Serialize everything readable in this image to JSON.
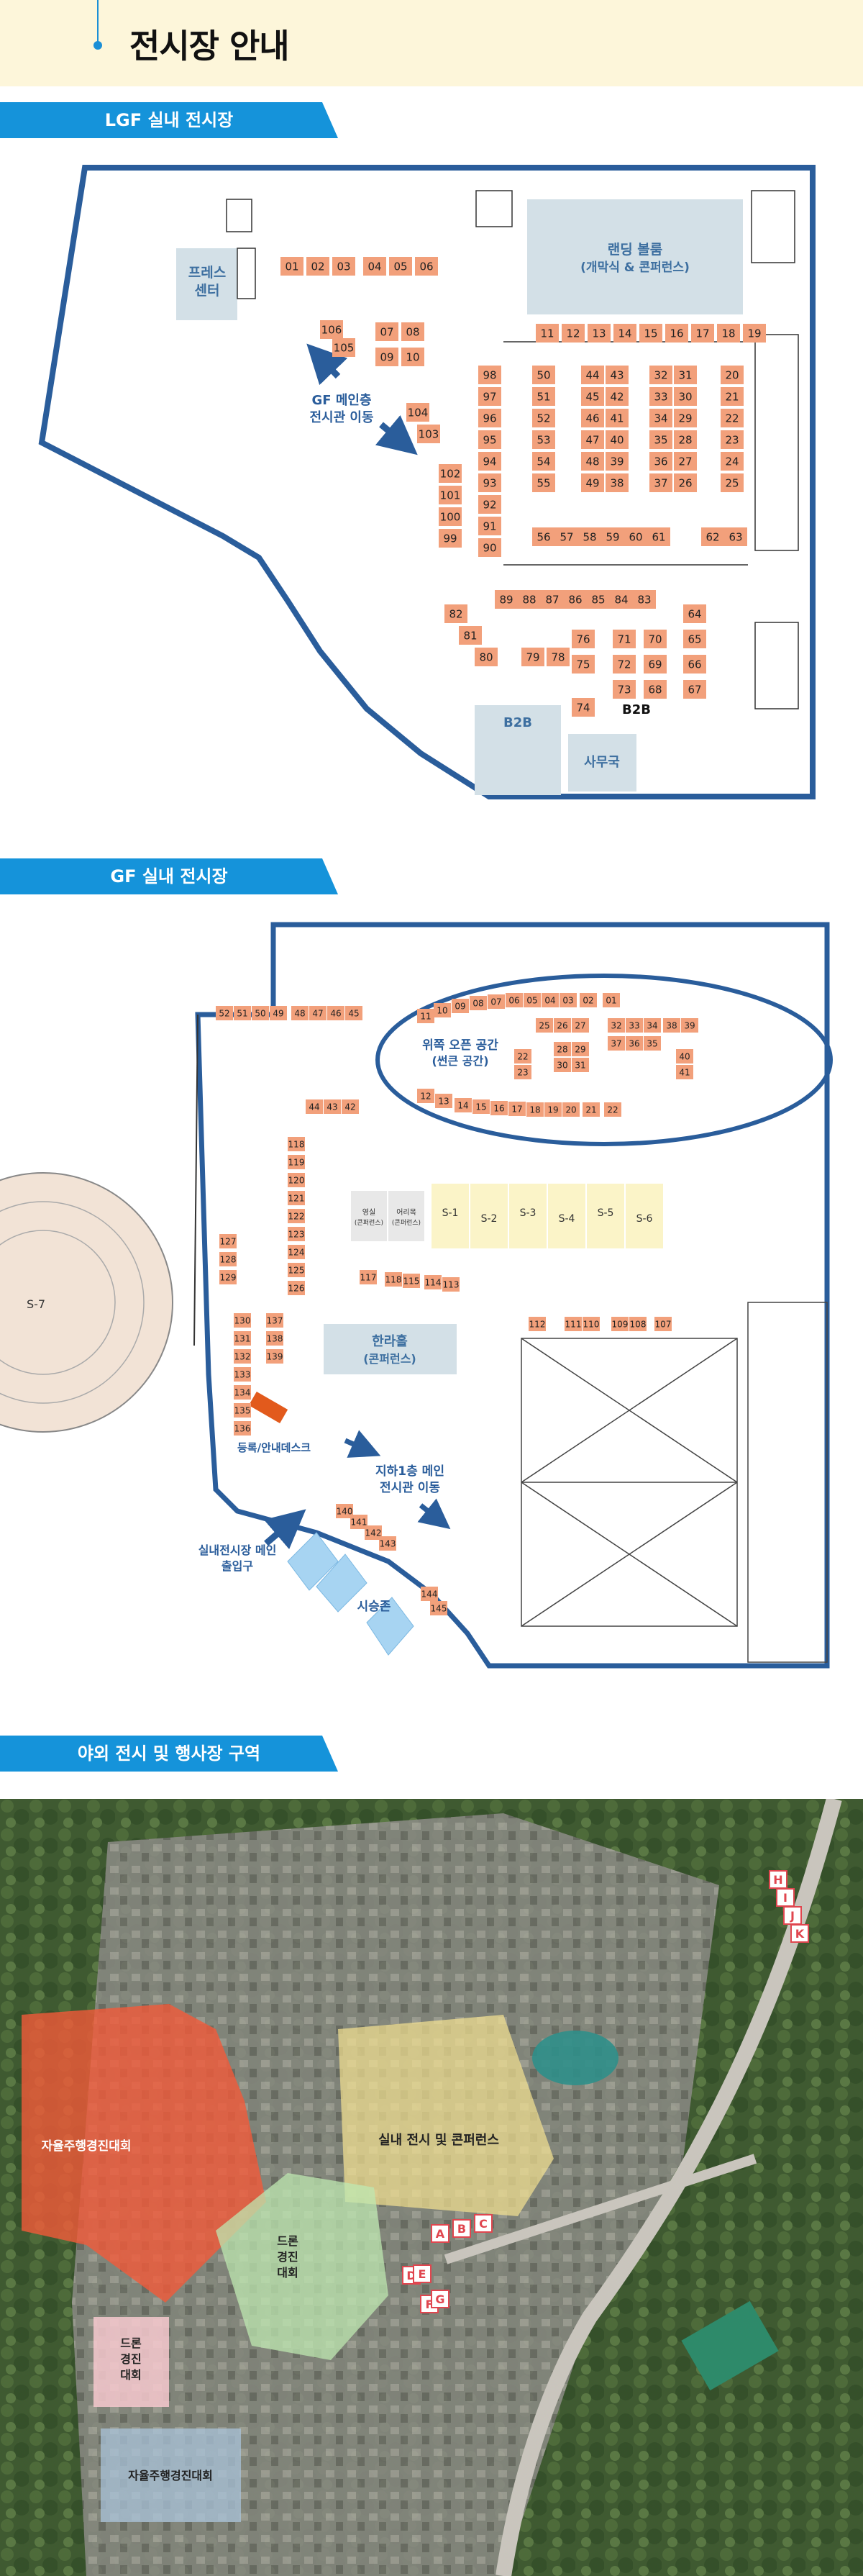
{
  "page_title": "전시장 안내",
  "sections": {
    "lgf": "LGF 실내 전시장",
    "gf": "GF 실내 전시장",
    "outdoor": "야외 전시 및 행사장 구역"
  },
  "colors": {
    "accent": "#1593da",
    "booth": "#f2a07b",
    "hall": "#d3e0e7",
    "map_line": "#2a5d9b",
    "header_bg": "#fdf6da"
  },
  "lgf": {
    "press_center": [
      "프레스",
      "센터"
    ],
    "landing_ballroom": [
      "랜딩 볼룸",
      "(개막식 & 콘퍼런스)"
    ],
    "gf_link": [
      "GF 메인층",
      "전시관 이동"
    ],
    "b2b_room": "B2B",
    "b2b_label": "B2B",
    "office": "사무국",
    "booths": [
      "01",
      "02",
      "03",
      "04",
      "05",
      "06",
      "07",
      "08",
      "09",
      "10",
      "11",
      "12",
      "13",
      "14",
      "15",
      "16",
      "17",
      "18",
      "19",
      "20",
      "21",
      "22",
      "23",
      "24",
      "25",
      "26",
      "27",
      "28",
      "29",
      "30",
      "31",
      "32",
      "33",
      "34",
      "35",
      "36",
      "37",
      "38",
      "39",
      "40",
      "41",
      "42",
      "43",
      "44",
      "45",
      "46",
      "47",
      "48",
      "49",
      "50",
      "51",
      "52",
      "53",
      "54",
      "55",
      "56",
      "57",
      "58",
      "59",
      "60",
      "61",
      "62",
      "63",
      "64",
      "65",
      "66",
      "67",
      "68",
      "69",
      "70",
      "71",
      "72",
      "73",
      "74",
      "75",
      "76",
      "78",
      "79",
      "80",
      "81",
      "82",
      "83",
      "84",
      "85",
      "86",
      "87",
      "88",
      "89",
      "90",
      "91",
      "92",
      "93",
      "94",
      "95",
      "96",
      "97",
      "98",
      "99",
      "100",
      "101",
      "102",
      "103",
      "104",
      "105",
      "106"
    ]
  },
  "gf": {
    "open_space": [
      "위쪽 오픈 공간",
      "(썬큰 공간)"
    ],
    "hanra_hall": [
      "한라홀",
      "(콘퍼런스)"
    ],
    "yeongsil": [
      "영실",
      "(콘퍼런스)"
    ],
    "eorimok": [
      "어리목",
      "(콘퍼런스)"
    ],
    "small_halls": [
      "S-1",
      "S-2",
      "S-3",
      "S-4",
      "S-5",
      "S-6",
      "S-7"
    ],
    "registration": "등록/안내데스크",
    "b1_link": [
      "지하1층 메인",
      "전시관 이동"
    ],
    "main_entrance": [
      "실내전시장 메인",
      "출입구"
    ],
    "test_ride": "시승존",
    "booths": [
      "01",
      "02",
      "03",
      "04",
      "05",
      "06",
      "07",
      "08",
      "09",
      "10",
      "11",
      "12",
      "13",
      "14",
      "15",
      "16",
      "17",
      "18",
      "19",
      "20",
      "21",
      "22",
      "23",
      "25",
      "26",
      "27",
      "28",
      "29",
      "30",
      "31",
      "32",
      "33",
      "34",
      "35",
      "36",
      "37",
      "38",
      "39",
      "40",
      "41",
      "42",
      "43",
      "44",
      "45",
      "46",
      "47",
      "48",
      "49",
      "50",
      "51",
      "52",
      "107",
      "108",
      "109",
      "110",
      "111",
      "112",
      "113",
      "114",
      "115",
      "116",
      "117",
      "118",
      "119",
      "120",
      "121",
      "122",
      "123",
      "124",
      "125",
      "126",
      "127",
      "128",
      "129",
      "130",
      "131",
      "132",
      "133",
      "134",
      "135",
      "136",
      "137",
      "138",
      "139",
      "140",
      "141",
      "142",
      "143",
      "144",
      "145"
    ]
  },
  "outdoor": {
    "autonomous_top": "자율주행경진대회",
    "indoor_conf": "실내 전시 및 콘퍼런스",
    "drone_green": [
      "드론",
      "경진",
      "대회"
    ],
    "drone_pink": [
      "드론",
      "경진",
      "대회"
    ],
    "autonomous_bottom": "자율주행경진대회",
    "zones": [
      "A",
      "B",
      "C",
      "D",
      "E",
      "F",
      "G",
      "H",
      "I",
      "J",
      "K"
    ]
  }
}
